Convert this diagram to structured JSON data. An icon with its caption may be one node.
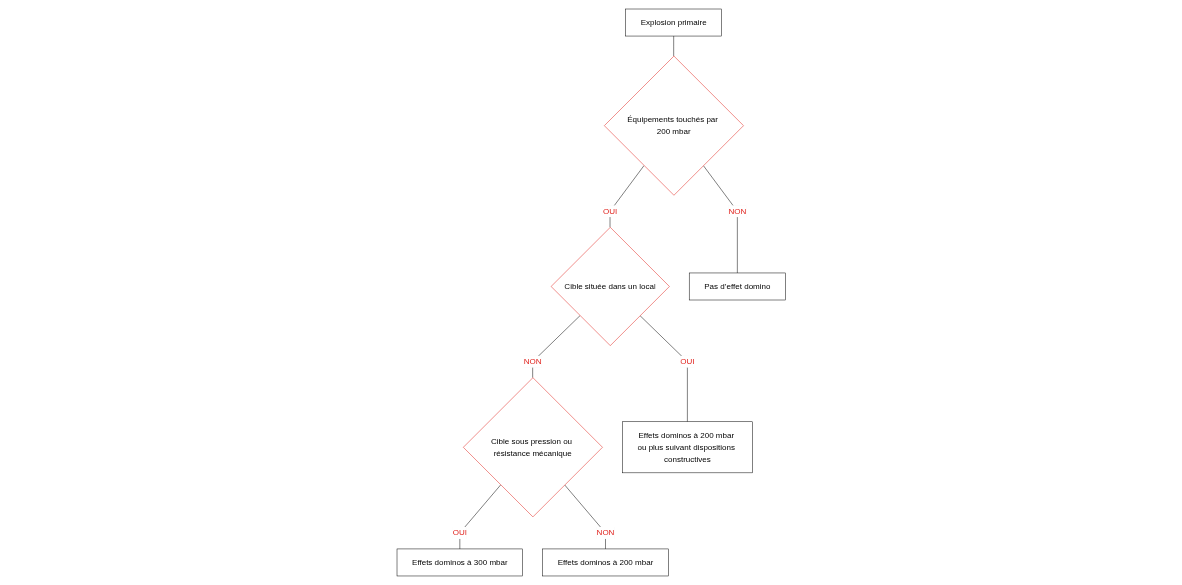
{
  "diagram": {
    "nodes": [
      {
        "text": [
          "Explosion primaire"
        ]
      },
      {
        "text": [
          "Équipements touchés par 200 mbar"
        ]
      },
      {
        "text": [
          "Cible située dans un local"
        ]
      },
      {
        "text": [
          "Cible sous pression ou résistance mécanique"
        ]
      },
      {
        "text": [
          "Pas d’effet domino"
        ]
      },
      {
        "text": [
          "Effets dominos à 300 mbar"
        ]
      },
      {
        "text": [
          "Effets dominos à 200 mbar"
        ]
      },
      {
        "text": [
          "Effets dominos à 200 mbar ou plus suivant dispositions constructives"
        ]
      }
    ],
    "edges": [
      {
        "from": 0,
        "to": 1,
        "arrow": "none"
      },
      {
        "from": 1,
        "to": 4,
        "arrow": "none",
        "label": "NON"
      },
      {
        "from": 1,
        "to": 2,
        "arrow": "none",
        "label": "OUI"
      },
      {
        "from": 2,
        "to": 3,
        "arrow": "none",
        "label": "NON"
      },
      {
        "from": 2,
        "to": 7,
        "arrow": "none",
        "label": "OUI"
      },
      {
        "from": 3,
        "to": 5,
        "arrow": "none",
        "label": "OUI"
      },
      {
        "from": 3,
        "to": 6,
        "arrow": "none",
        "label": "NON"
      }
    ]
  }
}
